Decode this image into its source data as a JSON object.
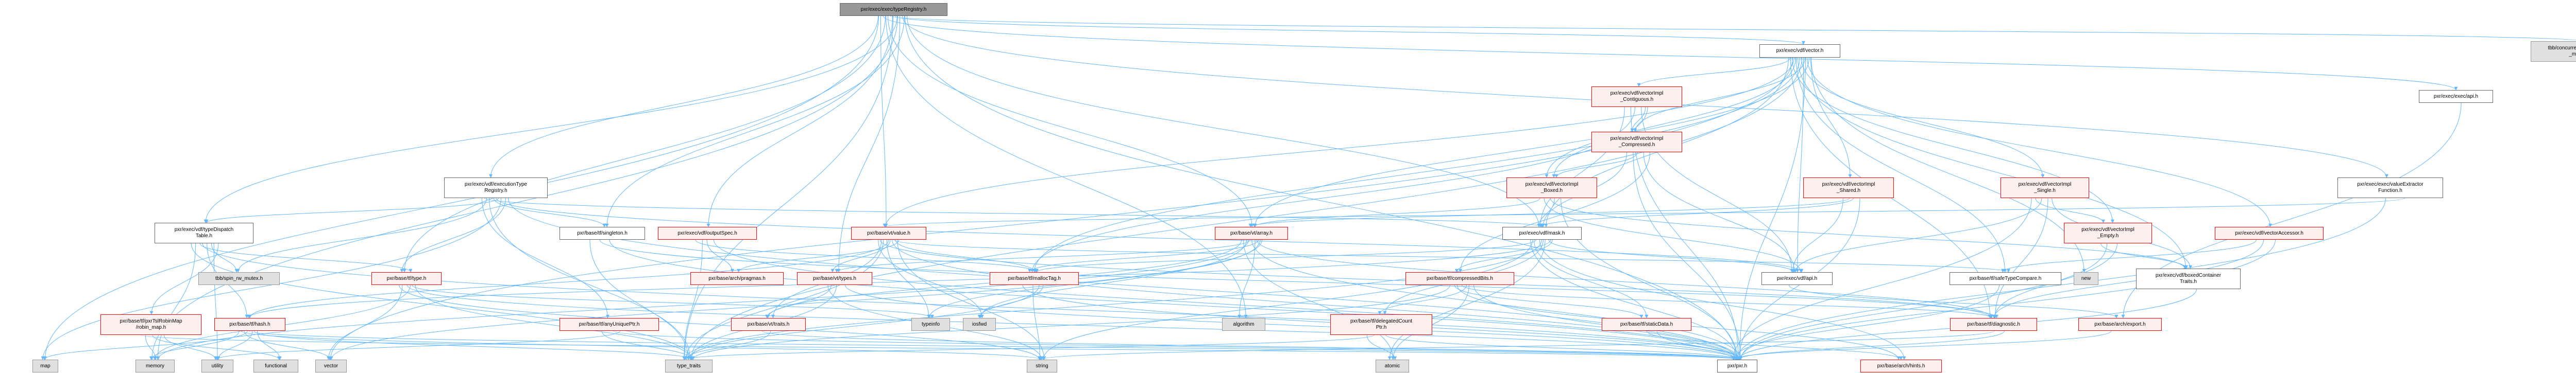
{
  "colors": {
    "edge": "#63b8ff",
    "red_border": "#ff0000",
    "sys_fill": "#e0e0e0",
    "root_fill": "#999999"
  },
  "nodes": {
    "typeRegistry": {
      "label": "pxr/exec/exec/typeRegistry.h",
      "kind": "root"
    },
    "concurrentMap": {
      "label": "tbb/concurrent_unordered\n_map.h",
      "kind": "sys"
    },
    "vectorH": {
      "label": "pxr/exec/vdf/vector.h",
      "kind": "plain"
    },
    "execApi": {
      "label": "pxr/exec/exec/api.h",
      "kind": "plain"
    },
    "contiguous": {
      "label": "pxr/exec/vdf/vectorImpl\n_Contiguous.h",
      "kind": "red"
    },
    "compressed": {
      "label": "pxr/exec/vdf/vectorImpl\n_Compressed.h",
      "kind": "red"
    },
    "executionTypeRegistry": {
      "label": "pxr/exec/vdf/executionType\nRegistry.h",
      "kind": "plain"
    },
    "boxed": {
      "label": "pxr/exec/vdf/vectorImpl\n_Boxed.h",
      "kind": "red"
    },
    "shared": {
      "label": "pxr/exec/vdf/vectorImpl\n_Shared.h",
      "kind": "red"
    },
    "single": {
      "label": "pxr/exec/vdf/vectorImpl\n_Single.h",
      "kind": "red"
    },
    "valueExtractor": {
      "label": "pxr/exec/exec/valueExtractor\nFunction.h",
      "kind": "plain"
    },
    "typeDispatchTable": {
      "label": "pxr/exec/vdf/typeDispatch\nTable.h",
      "kind": "plain"
    },
    "singleton": {
      "label": "pxr/base/tf/singleton.h",
      "kind": "plain"
    },
    "outputSpec": {
      "label": "pxr/exec/vdf/outputSpec.h",
      "kind": "red"
    },
    "value": {
      "label": "pxr/base/vt/value.h",
      "kind": "red"
    },
    "array": {
      "label": "pxr/base/vt/array.h",
      "kind": "red"
    },
    "mask": {
      "label": "pxr/exec/vdf/mask.h",
      "kind": "plain"
    },
    "empty": {
      "label": "pxr/exec/vdf/vectorImpl\n_Empty.h",
      "kind": "red"
    },
    "vectorAccessor": {
      "label": "pxr/exec/vdf/vectorAccessor.h",
      "kind": "red"
    },
    "spinMutex": {
      "label": "tbb/spin_rw_mutex.h",
      "kind": "sys"
    },
    "type": {
      "label": "pxr/base/tf/type.h",
      "kind": "red"
    },
    "pragmas": {
      "label": "pxr/base/arch/pragmas.h",
      "kind": "red"
    },
    "types": {
      "label": "pxr/base/vt/types.h",
      "kind": "red"
    },
    "mallocTag": {
      "label": "pxr/base/tf/mallocTag.h",
      "kind": "red"
    },
    "compressedBits": {
      "label": "pxr/base/tf/compressedBits.h",
      "kind": "red"
    },
    "vdfApi": {
      "label": "pxr/exec/vdf/api.h",
      "kind": "plain"
    },
    "safeTypeCompare": {
      "label": "pxr/base/tf/safeTypeCompare.h",
      "kind": "plain"
    },
    "new": {
      "label": "new",
      "kind": "sys"
    },
    "boxedContainerTraits": {
      "label": "pxr/exec/vdf/boxedContainer\nTraits.h",
      "kind": "plain"
    },
    "robinMap": {
      "label": "pxr/base/tf/pxrTslRobinMap\n/robin_map.h",
      "kind": "red"
    },
    "hash": {
      "label": "pxr/base/tf/hash.h",
      "kind": "red"
    },
    "anyUniquePtr": {
      "label": "pxr/base/tf/anyUniquePtr.h",
      "kind": "red"
    },
    "traits": {
      "label": "pxr/base/vt/traits.h",
      "kind": "red"
    },
    "typeinfo": {
      "label": "typeinfo",
      "kind": "sys"
    },
    "iosfwd": {
      "label": "iosfwd",
      "kind": "sys"
    },
    "algorithm": {
      "label": "algorithm",
      "kind": "sys"
    },
    "delegatedCountPtr": {
      "label": "pxr/base/tf/delegatedCount\nPtr.h",
      "kind": "red"
    },
    "staticData": {
      "label": "pxr/base/tf/staticData.h",
      "kind": "red"
    },
    "diagnostic": {
      "label": "pxr/base/tf/diagnostic.h",
      "kind": "red"
    },
    "export": {
      "label": "pxr/base/arch/export.h",
      "kind": "red"
    },
    "map": {
      "label": "map",
      "kind": "sys"
    },
    "memory": {
      "label": "memory",
      "kind": "sys"
    },
    "utility": {
      "label": "utility",
      "kind": "sys"
    },
    "functional": {
      "label": "functional",
      "kind": "sys"
    },
    "vectorStd": {
      "label": "vector",
      "kind": "sys"
    },
    "typeTraits": {
      "label": "type_traits",
      "kind": "sys"
    },
    "string": {
      "label": "string",
      "kind": "sys"
    },
    "atomic": {
      "label": "atomic",
      "kind": "sys"
    },
    "pxr": {
      "label": "pxr/pxr.h",
      "kind": "plain"
    },
    "hints": {
      "label": "pxr/base/arch/hints.h",
      "kind": "red"
    }
  },
  "edges": [
    [
      "typeRegistry",
      "executionTypeRegistry"
    ],
    [
      "typeRegistry",
      "typeDispatchTable"
    ],
    [
      "typeRegistry",
      "type"
    ],
    [
      "typeRegistry",
      "singleton"
    ],
    [
      "typeRegistry",
      "outputSpec"
    ],
    [
      "typeRegistry",
      "value"
    ],
    [
      "typeRegistry",
      "types"
    ],
    [
      "typeRegistry",
      "array"
    ],
    [
      "typeRegistry",
      "mask"
    ],
    [
      "typeRegistry",
      "vectorH"
    ],
    [
      "typeRegistry",
      "execApi"
    ],
    [
      "typeRegistry",
      "valueExtractor"
    ],
    [
      "typeRegistry",
      "concurrentMap"
    ],
    [
      "typeRegistry",
      "map"
    ],
    [
      "typeRegistry",
      "memory"
    ],
    [
      "typeRegistry",
      "algorithm"
    ],
    [
      "typeRegistry",
      "pxr"
    ],
    [
      "typeRegistry",
      "typeTraits"
    ],
    [
      "vectorH",
      "contiguous"
    ],
    [
      "vectorH",
      "compressed"
    ],
    [
      "vectorH",
      "boxed"
    ],
    [
      "vectorH",
      "shared"
    ],
    [
      "vectorH",
      "single"
    ],
    [
      "vectorH",
      "empty"
    ],
    [
      "vectorH",
      "vectorAccessor"
    ],
    [
      "vectorH",
      "boxedContainerTraits"
    ],
    [
      "vectorH",
      "mask"
    ],
    [
      "vectorH",
      "vdfApi"
    ],
    [
      "vectorH",
      "value"
    ],
    [
      "vectorH",
      "array"
    ],
    [
      "vectorH",
      "mallocTag"
    ],
    [
      "vectorH",
      "diagnostic"
    ],
    [
      "vectorH",
      "pxr"
    ],
    [
      "vectorH",
      "safeTypeCompare"
    ],
    [
      "vectorH",
      "new"
    ],
    [
      "vectorH",
      "typeTraits"
    ],
    [
      "vectorH",
      "vectorStd"
    ],
    [
      "contiguous",
      "compressed"
    ],
    [
      "contiguous",
      "boxed"
    ],
    [
      "contiguous",
      "mask"
    ],
    [
      "contiguous",
      "vdfApi"
    ],
    [
      "contiguous",
      "pxr"
    ],
    [
      "contiguous",
      "mallocTag"
    ],
    [
      "compressed",
      "boxed"
    ],
    [
      "compressed",
      "mask"
    ],
    [
      "compressed",
      "vdfApi"
    ],
    [
      "compressed",
      "pxr"
    ],
    [
      "compressed",
      "compressedBits"
    ],
    [
      "boxed",
      "mask"
    ],
    [
      "boxed",
      "vdfApi"
    ],
    [
      "boxed",
      "pxr"
    ],
    [
      "boxed",
      "boxedContainerTraits"
    ],
    [
      "boxed",
      "array"
    ],
    [
      "shared",
      "mask"
    ],
    [
      "shared",
      "vdfApi"
    ],
    [
      "shared",
      "pxr"
    ],
    [
      "shared",
      "array"
    ],
    [
      "single",
      "empty"
    ],
    [
      "single",
      "boxedContainerTraits"
    ],
    [
      "single",
      "vdfApi"
    ],
    [
      "single",
      "pxr"
    ],
    [
      "single",
      "diagnostic"
    ],
    [
      "empty",
      "boxedContainerTraits"
    ],
    [
      "empty",
      "pxr"
    ],
    [
      "empty",
      "diagnostic"
    ],
    [
      "vectorAccessor",
      "safeTypeCompare"
    ],
    [
      "vectorAccessor",
      "pxr"
    ],
    [
      "vectorAccessor",
      "diagnostic"
    ],
    [
      "mask",
      "compressedBits"
    ],
    [
      "mask",
      "delegatedCountPtr"
    ],
    [
      "mask",
      "staticData"
    ],
    [
      "mask",
      "vdfApi"
    ],
    [
      "mask",
      "hints"
    ],
    [
      "mask",
      "pxr"
    ],
    [
      "mask",
      "atomic"
    ],
    [
      "mask",
      "mallocTag"
    ],
    [
      "mask",
      "hash"
    ],
    [
      "mask",
      "typeTraits"
    ],
    [
      "mask",
      "string"
    ],
    [
      "compressedBits",
      "delegatedCountPtr"
    ],
    [
      "compressedBits",
      "staticData"
    ],
    [
      "compressedBits",
      "pxr"
    ],
    [
      "compressedBits",
      "diagnostic"
    ],
    [
      "compressedBits",
      "typeTraits"
    ],
    [
      "compressedBits",
      "atomic"
    ],
    [
      "compressedBits",
      "hints"
    ],
    [
      "delegatedCountPtr",
      "atomic"
    ],
    [
      "delegatedCountPtr",
      "pxr"
    ],
    [
      "delegatedCountPtr",
      "typeTraits"
    ],
    [
      "staticData",
      "pxr"
    ],
    [
      "staticData",
      "hints"
    ],
    [
      "vdfApi",
      "export"
    ],
    [
      "execApi",
      "export"
    ],
    [
      "valueExtractor",
      "pxr"
    ],
    [
      "valueExtractor",
      "value"
    ],
    [
      "executionTypeRegistry",
      "typeDispatchTable"
    ],
    [
      "executionTypeRegistry",
      "spinMutex"
    ],
    [
      "executionTypeRegistry",
      "type"
    ],
    [
      "executionTypeRegistry",
      "singleton"
    ],
    [
      "executionTypeRegistry",
      "anyUniquePtr"
    ],
    [
      "executionTypeRegistry",
      "map"
    ],
    [
      "executionTypeRegistry",
      "typeTraits"
    ],
    [
      "executionTypeRegistry",
      "pxr"
    ],
    [
      "executionTypeRegistry",
      "vdfApi"
    ],
    [
      "executionTypeRegistry",
      "mask"
    ],
    [
      "typeDispatchTable",
      "spinMutex"
    ],
    [
      "typeDispatchTable",
      "type"
    ],
    [
      "typeDispatchTable",
      "robinMap"
    ],
    [
      "typeDispatchTable",
      "hash"
    ],
    [
      "typeDispatchTable",
      "memory"
    ],
    [
      "typeDispatchTable",
      "utility"
    ],
    [
      "typeDispatchTable",
      "pxr"
    ],
    [
      "typeDispatchTable",
      "typeTraits"
    ],
    [
      "type",
      "memory"
    ],
    [
      "type",
      "vectorStd"
    ],
    [
      "type",
      "typeTraits"
    ],
    [
      "type",
      "pxr"
    ],
    [
      "type",
      "string"
    ],
    [
      "type",
      "typeinfo"
    ],
    [
      "hash",
      "map"
    ],
    [
      "hash",
      "memory"
    ],
    [
      "hash",
      "utility"
    ],
    [
      "hash",
      "vectorStd"
    ],
    [
      "hash",
      "functional"
    ],
    [
      "hash",
      "pxr"
    ],
    [
      "hash",
      "string"
    ],
    [
      "hash",
      "typeTraits"
    ],
    [
      "robinMap",
      "memory"
    ],
    [
      "robinMap",
      "utility"
    ],
    [
      "robinMap",
      "functional"
    ],
    [
      "robinMap",
      "pxr"
    ],
    [
      "singleton",
      "pxr"
    ],
    [
      "singleton",
      "diagnostic"
    ],
    [
      "singleton",
      "typeTraits"
    ],
    [
      "anyUniquePtr",
      "pxr"
    ],
    [
      "anyUniquePtr",
      "typeTraits"
    ],
    [
      "anyUniquePtr",
      "utility"
    ],
    [
      "outputSpec",
      "pragmas"
    ],
    [
      "outputSpec",
      "mallocTag"
    ],
    [
      "outputSpec",
      "pxr"
    ],
    [
      "outputSpec",
      "typeTraits"
    ],
    [
      "value",
      "pragmas"
    ],
    [
      "value",
      "types"
    ],
    [
      "value",
      "traits"
    ],
    [
      "value",
      "mallocTag"
    ],
    [
      "value",
      "typeinfo"
    ],
    [
      "value",
      "iosfwd"
    ],
    [
      "value",
      "pxr"
    ],
    [
      "value",
      "typeTraits"
    ],
    [
      "value",
      "string"
    ],
    [
      "value",
      "hash"
    ],
    [
      "value",
      "diagnostic"
    ],
    [
      "value",
      "safeTypeCompare"
    ],
    [
      "types",
      "traits"
    ],
    [
      "types",
      "pxr"
    ],
    [
      "types",
      "typeTraits"
    ],
    [
      "types",
      "string"
    ],
    [
      "array",
      "mallocTag"
    ],
    [
      "array",
      "types"
    ],
    [
      "array",
      "traits"
    ],
    [
      "array",
      "algorithm"
    ],
    [
      "array",
      "iosfwd"
    ],
    [
      "array",
      "typeinfo"
    ],
    [
      "array",
      "pxr"
    ],
    [
      "array",
      "atomic"
    ],
    [
      "array",
      "diagnostic"
    ],
    [
      "array",
      "memory"
    ],
    [
      "array",
      "vectorStd"
    ],
    [
      "traits",
      "typeTraits"
    ],
    [
      "traits",
      "pxr"
    ],
    [
      "mallocTag",
      "iosfwd"
    ],
    [
      "mallocTag",
      "string"
    ],
    [
      "mallocTag",
      "pxr"
    ],
    [
      "mallocTag",
      "typeTraits"
    ],
    [
      "safeTypeCompare",
      "pxr"
    ],
    [
      "diagnostic",
      "pxr"
    ],
    [
      "diagnostic",
      "string"
    ],
    [
      "export",
      "pxr"
    ],
    [
      "boxedContainerTraits",
      "pxr"
    ]
  ]
}
